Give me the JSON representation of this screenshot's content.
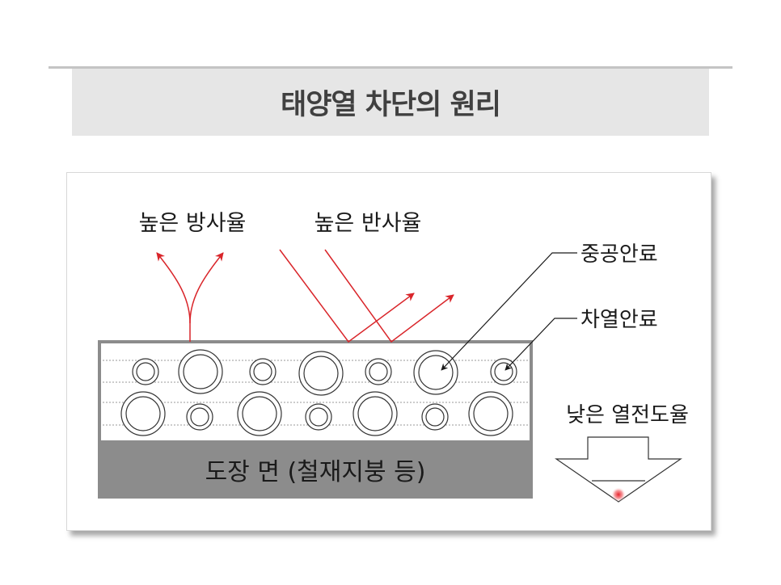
{
  "title": "태양열 차단의 원리",
  "labels": {
    "emission": "높은 방사율",
    "reflection": "높은 반사율",
    "hollow_pigment": "중공안료",
    "insulating_pigment": "차열안료",
    "low_conductivity": "낮은 열전도율",
    "surface": "도장 면 (철재지붕 등)"
  },
  "colors": {
    "arrow": "#d9252a",
    "surface": "#8c8c8c",
    "hot_spot": "#e8202a",
    "title_band": "#e6e6e6"
  }
}
